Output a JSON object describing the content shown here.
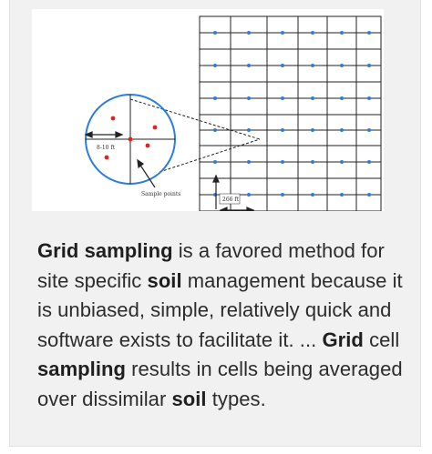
{
  "figure": {
    "measure_label_circle": "8-10 ft",
    "sample_points_label": "Sample points",
    "measure_label_grid": "266 ft"
  },
  "snippet": {
    "s1_bold": "Grid sampling",
    "s2": " is a favored method for site specific ",
    "s3_bold": "soil",
    "s4": " management because it is unbiased, simple, relatively quick and software exists to facilitate it. ... ",
    "s5_bold": "Grid",
    "s6": " cell ",
    "s7_bold": "sampling",
    "s8": " results in cells being averaged over dissimilar ",
    "s9_bold": "soil",
    "s10": " types."
  }
}
